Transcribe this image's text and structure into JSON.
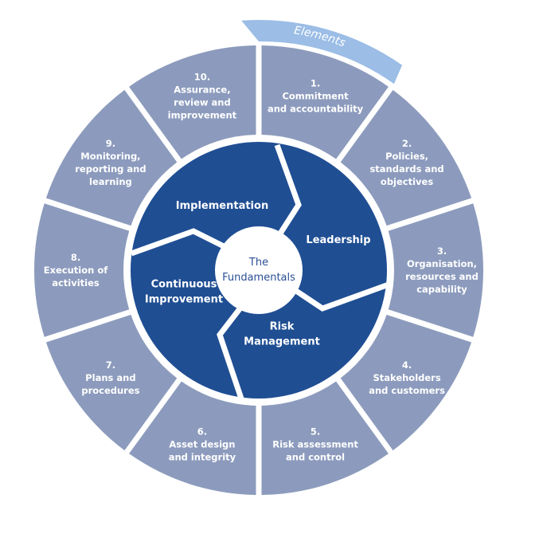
{
  "diagram": {
    "tab_label": "Elements",
    "center": {
      "lines": [
        "The",
        "Fundamentals"
      ]
    },
    "fundamentals": [
      {
        "id": "implementation",
        "lines": [
          "Implementation"
        ]
      },
      {
        "id": "leadership",
        "lines": [
          "Leadership"
        ]
      },
      {
        "id": "risk-management",
        "lines": [
          "Risk",
          "Management"
        ]
      },
      {
        "id": "continuous-improvement",
        "lines": [
          "Continuous",
          "Improvement"
        ]
      }
    ],
    "elements": [
      {
        "number": "1.",
        "lines": [
          "Commitment",
          "and accountability"
        ]
      },
      {
        "number": "2.",
        "lines": [
          "Policies,",
          "standards and",
          "objectives"
        ]
      },
      {
        "number": "3.",
        "lines": [
          "Organisation,",
          "resources and",
          "capability"
        ]
      },
      {
        "number": "4.",
        "lines": [
          "Stakeholders",
          "and customers"
        ]
      },
      {
        "number": "5.",
        "lines": [
          "Risk assessment",
          "and control"
        ]
      },
      {
        "number": "6.",
        "lines": [
          "Asset design",
          "and integrity"
        ]
      },
      {
        "number": "7.",
        "lines": [
          "Plans and",
          "procedures"
        ]
      },
      {
        "number": "8.",
        "lines": [
          "Execution of",
          "activities"
        ]
      },
      {
        "number": "9.",
        "lines": [
          "Monitoring,",
          "reporting and",
          "learning"
        ]
      },
      {
        "number": "10.",
        "lines": [
          "Assurance,",
          "review and",
          "improvement"
        ]
      }
    ],
    "colors": {
      "outer_segment": "#8c9bbd",
      "inner_fill": "#1f4e93",
      "tab": "#9bbde6",
      "center_fill": "#ffffff",
      "center_text": "#2a4f96",
      "separator": "#ffffff"
    }
  }
}
